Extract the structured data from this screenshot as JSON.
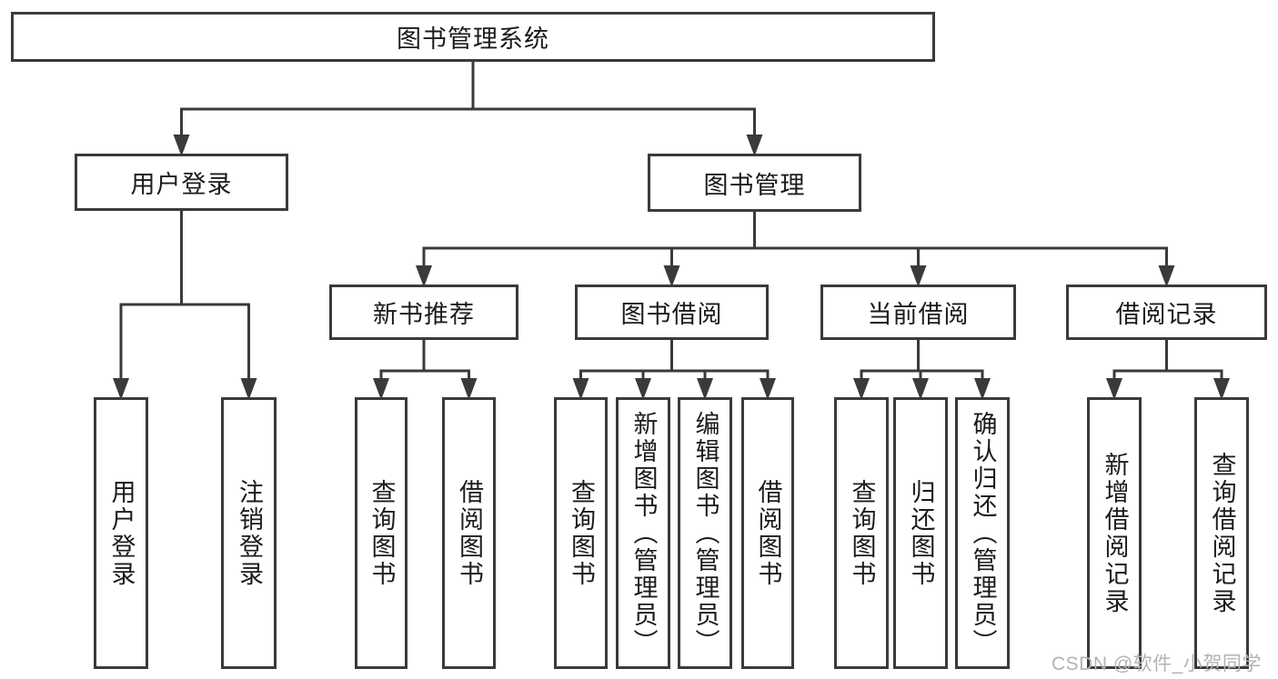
{
  "diagram": {
    "type": "hierarchy-tree",
    "root": {
      "label": "图书管理系统"
    },
    "branches": [
      {
        "label": "用户登录",
        "leaves": [
          {
            "label": "用户登录"
          },
          {
            "label": "注销登录"
          }
        ]
      },
      {
        "label": "图书管理",
        "sections": [
          {
            "label": "新书推荐",
            "leaves": [
              {
                "label": "查询图书"
              },
              {
                "label": "借阅图书"
              }
            ]
          },
          {
            "label": "图书借阅",
            "leaves": [
              {
                "label": "查询图书"
              },
              {
                "label": "新增图书（管理员）"
              },
              {
                "label": "编辑图书（管理员）"
              },
              {
                "label": "借阅图书"
              }
            ]
          },
          {
            "label": "当前借阅",
            "leaves": [
              {
                "label": "查询图书"
              },
              {
                "label": "归还图书"
              },
              {
                "label": "确认归还（管理员）"
              }
            ]
          },
          {
            "label": "借阅记录",
            "leaves": [
              {
                "label": "新增借阅记录"
              },
              {
                "label": "查询借阅记录"
              }
            ]
          }
        ]
      }
    ]
  },
  "watermark": {
    "text": "CSDN @软件_小贺同学",
    "color": "#b3b3b3"
  },
  "colors": {
    "line": "#3a3a3a",
    "box_border": "#3a3a3a",
    "box_fill": "#ffffff",
    "text": "#1b1b1b",
    "background": "#ffffff"
  }
}
